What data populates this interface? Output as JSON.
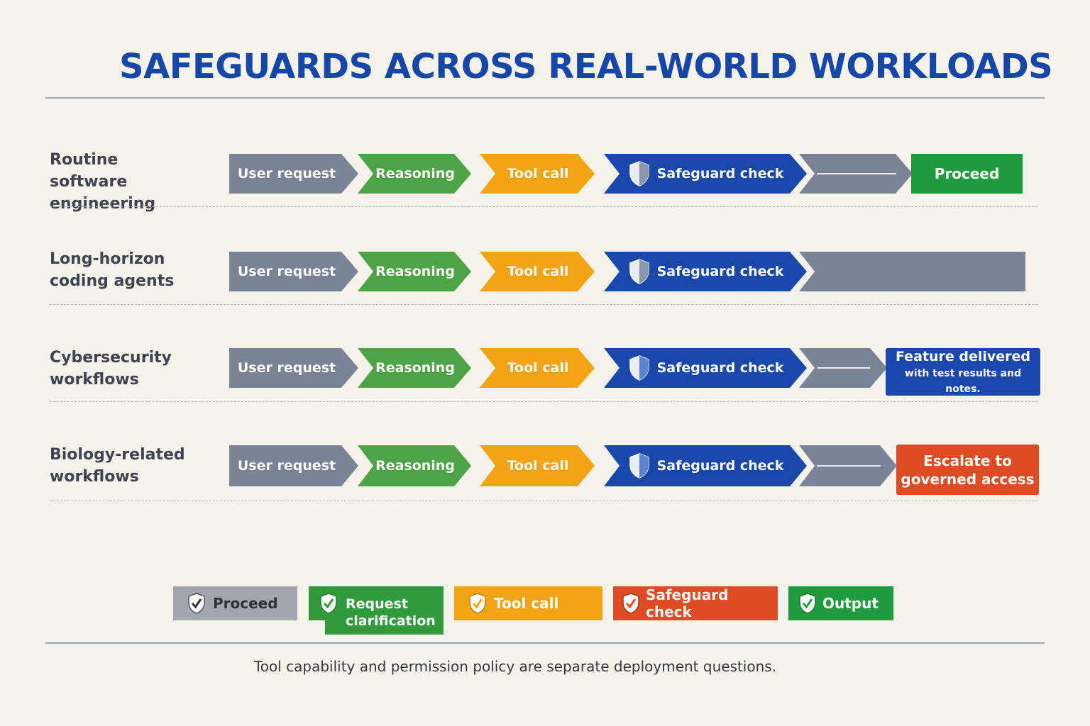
{
  "title": "SAFEGUARDS ACROSS REAL-WORLD WORKLOADS",
  "colors": {
    "title": "#1747a6",
    "user_request": "#7b8496",
    "reasoning": "#4ea346",
    "tool_call": "#f2a412",
    "safeguard": "#1a48aa",
    "proceed": "#1f9a3e",
    "escalate": "#dd4c22",
    "feature_delivered": "#1a48aa"
  },
  "steps": {
    "user_request": "User request",
    "reasoning": "Reasoning",
    "tool_call": "Tool call",
    "safeguard_check": "Safeguard check"
  },
  "rows": [
    {
      "label_line1": "Routine",
      "label_line2": "software engineering",
      "outcome": "Proceed"
    },
    {
      "label_line1": "Long-horizon",
      "label_line2": "coding agents"
    },
    {
      "label_line1": "Cybersecurity",
      "label_line2": "workflows",
      "outcome_title": "Feature delivered",
      "outcome_subtitle": "with test results and notes."
    },
    {
      "label_line1": "Biology-related",
      "label_line2": "workflows",
      "outcome_line1": "Escalate to",
      "outcome_line2": "governed access"
    }
  ],
  "legend": [
    {
      "label": "Proceed",
      "color": "#a3a6ac",
      "icon": "check-shield-icon"
    },
    {
      "label_line1": "Request",
      "label_line2": "clarification",
      "color": "#2f9b3d",
      "icon": "check-shield-icon"
    },
    {
      "label": "Tool call",
      "color": "#f2a412",
      "icon": "check-shield-icon"
    },
    {
      "label": "Safeguard check",
      "color": "#dd4c22",
      "icon": "check-shield-icon"
    },
    {
      "label": "Output",
      "color": "#1f9a3e",
      "icon": "check-shield-icon"
    }
  ],
  "footer": "Tool capability and permission policy are separate deployment questions."
}
